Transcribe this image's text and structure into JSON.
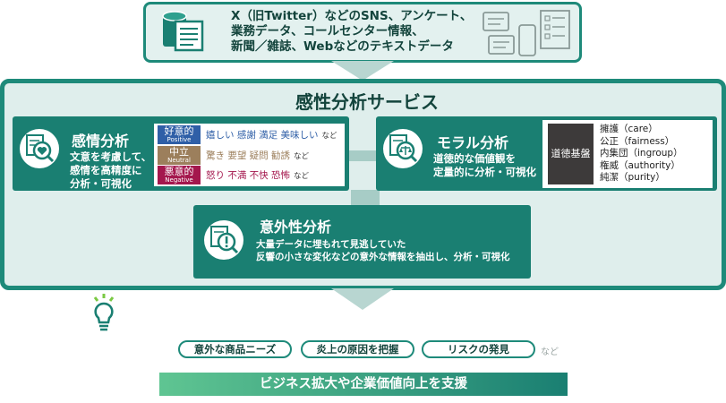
{
  "source": {
    "lines": [
      "X（旧Twitter）などのSNS、アンケート、",
      "業務データ、コールセンター情報、",
      "新聞／雑誌、Webなどのテキストデータ"
    ]
  },
  "service": {
    "title": "感性分析サービス"
  },
  "emotion": {
    "title": "感情分析",
    "desc": [
      "文意を考慮して、",
      "感情を高精度に",
      "分析・可視化"
    ],
    "rows": [
      {
        "jp": "好意的",
        "en": "Positive",
        "color": "#2f5fa7",
        "words": "嬉しい 感謝 満足 美味しい",
        "word_color": "#2f5fa7",
        "suffix": "など"
      },
      {
        "jp": "中立",
        "en": "Neutral",
        "color": "#9c7f5c",
        "words": "驚き 要望 疑問 勧誘",
        "word_color": "#9c7f5c",
        "suffix": "など"
      },
      {
        "jp": "悪意的",
        "en": "Negative",
        "color": "#a4174d",
        "words": "怒り 不満 不快 恐怖",
        "word_color": "#a4174d",
        "suffix": "など"
      }
    ]
  },
  "moral": {
    "title": "モラル分析",
    "desc": [
      "道徳的な価値観を",
      "定量的に分析・可視化"
    ],
    "base_label": "道徳基盤",
    "items": [
      "擁護（care）",
      "公正（fairness）",
      "内集団（ingroup）",
      "権威（authority）",
      "純潔（purity）"
    ]
  },
  "unexpected": {
    "title": "意外性分析",
    "desc": [
      "大量データに埋もれて見逃していた",
      "反響の小さな変化などの意外な情報を抽出し、分析・可視化"
    ]
  },
  "outcomes": {
    "pills": [
      "意外な商品ニーズ",
      "炎上の原因を把握",
      "リスクの発見"
    ],
    "suffix": "など",
    "banner": "ビジネス拡大や企業価値向上を支援"
  },
  "colors": {
    "teal": "#1a7f72",
    "light_teal": "#dfeeec",
    "lime": "#7ac943"
  }
}
